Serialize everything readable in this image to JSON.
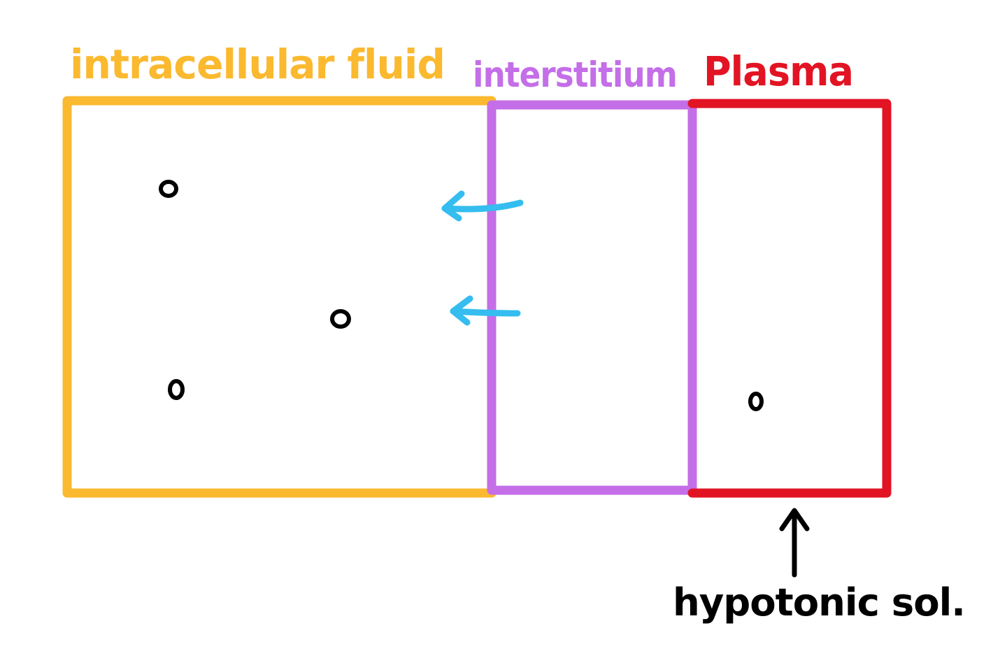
{
  "labels": {
    "intracellular": "intracellular fluid",
    "interstitium": "interstitium",
    "plasma": "Plasma",
    "annotation": "hypotonic sol."
  },
  "colors": {
    "intracellular": "#fbb92f",
    "interstitium": "#c46ee8",
    "plasma": "#e21424",
    "arrows": "#35bdf0",
    "ink": "#000000"
  },
  "icons": {
    "water_flow": "arrow-left-icon",
    "pointer": "arrow-up-icon",
    "particle": "circle-icon"
  }
}
